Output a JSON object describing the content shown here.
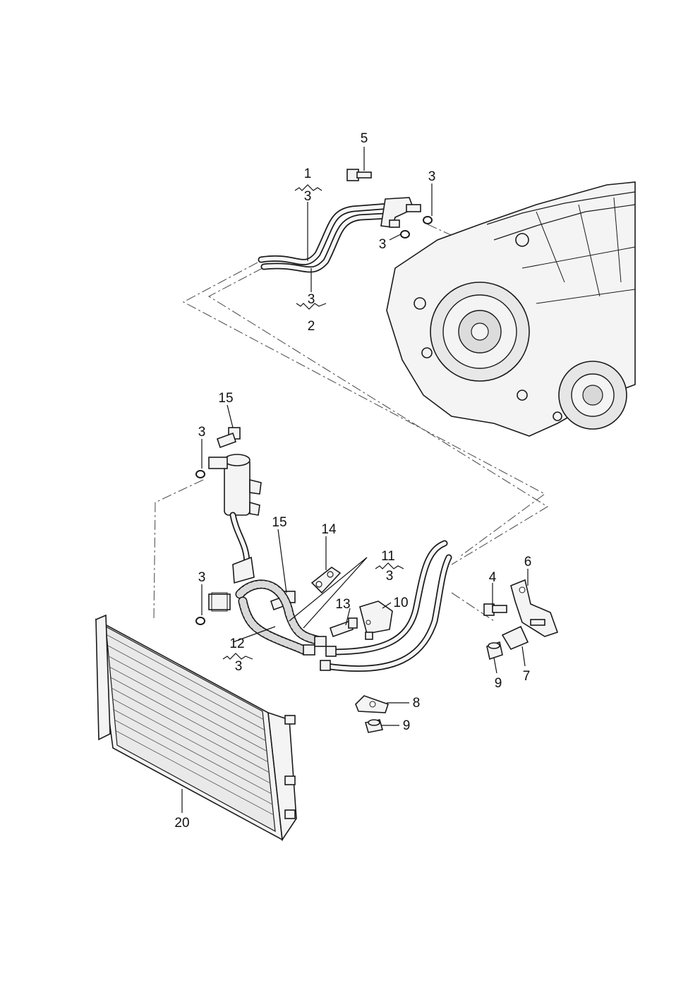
{
  "diagram": {
    "labels": {
      "p1": "1",
      "p1_sub": "3",
      "p2": "2",
      "p2_sub": "3",
      "p3_a": "3",
      "p3_b": "3",
      "p3_c": "3",
      "p3_d": "3",
      "p4": "4",
      "p5": "5",
      "p6": "6",
      "p7": "7",
      "p8": "8",
      "p9_a": "9",
      "p9_b": "9",
      "p10": "10",
      "p11": "11",
      "p11_sub": "3",
      "p12": "12",
      "p12_sub": "3",
      "p13": "13",
      "p14": "14",
      "p15_a": "15",
      "p15_b": "15",
      "p20": "20"
    }
  }
}
